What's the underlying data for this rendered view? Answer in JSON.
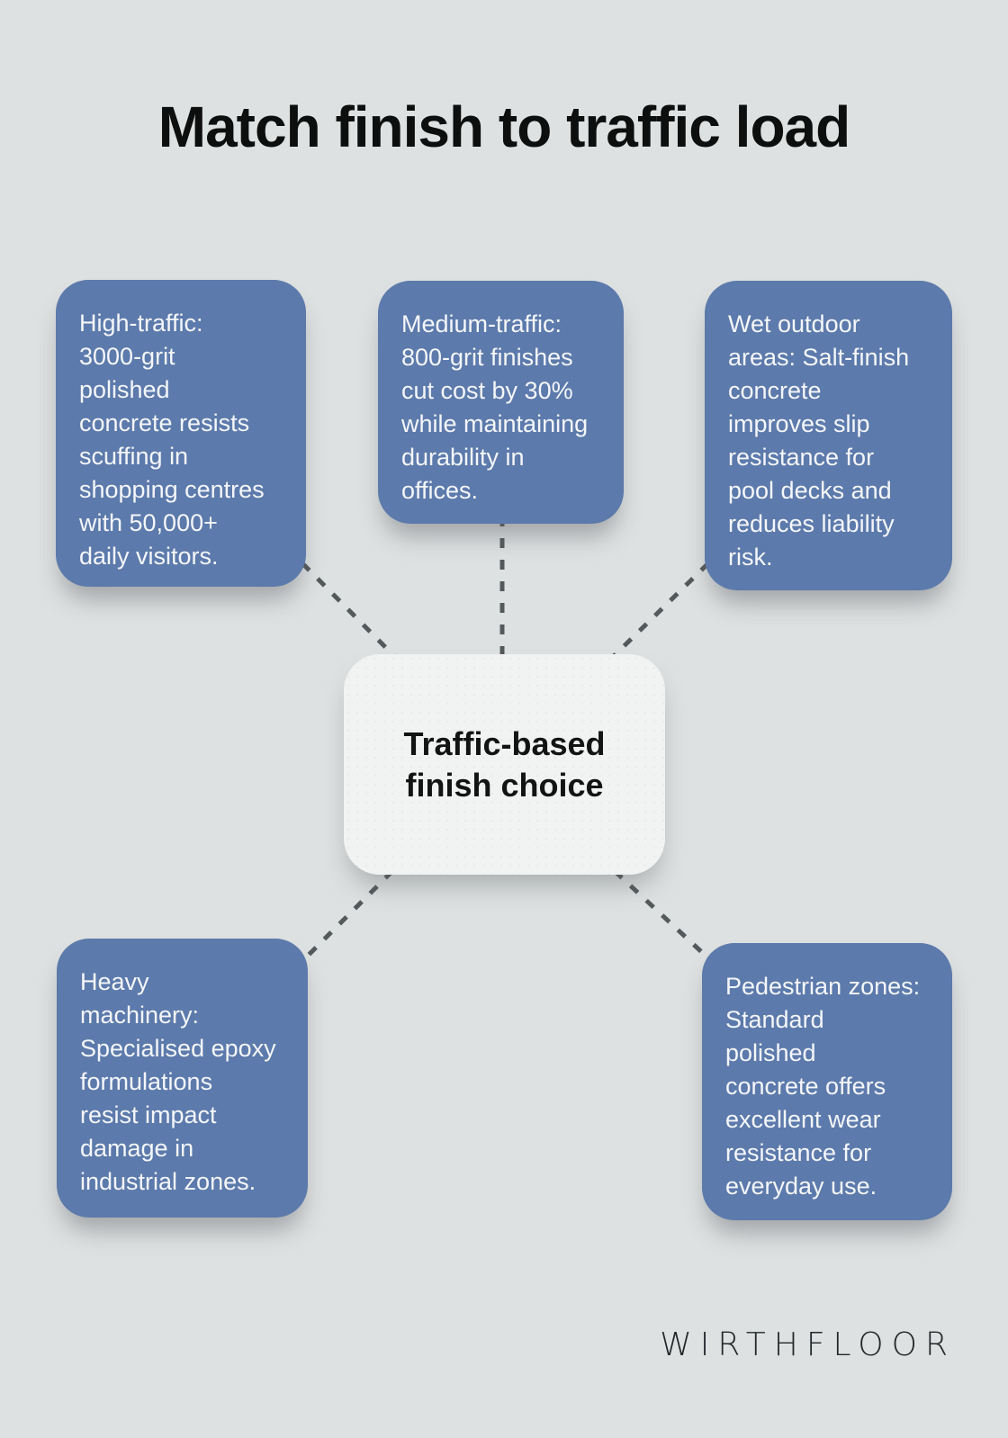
{
  "page": {
    "title": "Match finish to traffic load",
    "brand": "WIRTHFLOOR",
    "background_color": "#dee1e1"
  },
  "diagram": {
    "center": {
      "label": "Traffic-based\nfinish choice"
    },
    "nodes": [
      {
        "id": "high-traffic",
        "text": "High-traffic:\n3000-grit\npolished\nconcrete resists\nscuffing in\nshopping centres\nwith 50,000+\ndaily visitors."
      },
      {
        "id": "medium-traffic",
        "text": "Medium-traffic:\n800-grit finishes\ncut cost by 30%\nwhile maintaining\ndurability in\noffices."
      },
      {
        "id": "wet-outdoor-areas",
        "text": "Wet outdoor\nareas: Salt-finish\nconcrete\nimproves slip\nresistance for\npool decks and\nreduces liability\nrisk."
      },
      {
        "id": "heavy-machinery",
        "text": "Heavy\nmachinery:\nSpecialised epoxy\nformulations\nresist impact\ndamage in\nindustrial zones."
      },
      {
        "id": "pedestrian-zones",
        "text": "Pedestrian zones:\nStandard\npolished\nconcrete offers\nexcellent wear\nresistance for\neveryday use."
      }
    ],
    "colors": {
      "branch_node_fill": "#5c7aab",
      "branch_node_text": "#f4f6f9",
      "center_node_fill": "#f1f3f2",
      "center_node_text": "#121313",
      "connector": "#54595b",
      "title_text": "#0d0e0e"
    }
  }
}
